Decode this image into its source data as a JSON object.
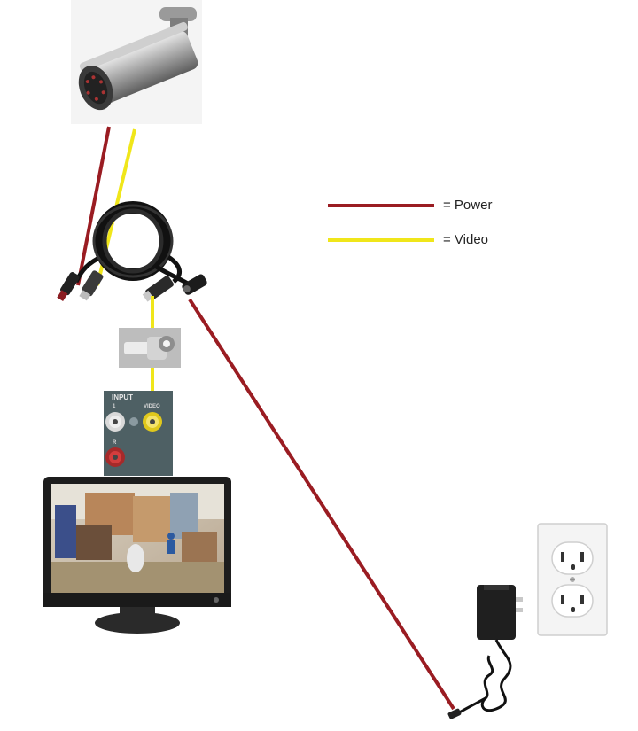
{
  "legend": {
    "items": [
      {
        "label": "= Power",
        "color": "#9a1c22"
      },
      {
        "label": "= Video",
        "color": "#f0e61a"
      }
    ]
  },
  "input_panel": {
    "title": "INPUT",
    "jack_left_label": "1",
    "jack_right_label": "VIDEO",
    "jack_bottom_label": "R"
  },
  "colors": {
    "power": "#9a1c22",
    "video": "#f0e61a",
    "panel": "#4e6064",
    "monitor": "#1d1d1d"
  },
  "components": [
    {
      "name": "camera",
      "icon": "cctv-camera-icon"
    },
    {
      "name": "cable-coil",
      "icon": "siamese-cable-icon"
    },
    {
      "name": "bnc-rca-adapter",
      "icon": "adapter-icon"
    },
    {
      "name": "input-panel",
      "icon": "rca-jack-panel-icon"
    },
    {
      "name": "monitor",
      "icon": "monitor-icon"
    },
    {
      "name": "power-adapter",
      "icon": "power-adapter-icon"
    },
    {
      "name": "wall-outlet",
      "icon": "outlet-icon"
    }
  ]
}
